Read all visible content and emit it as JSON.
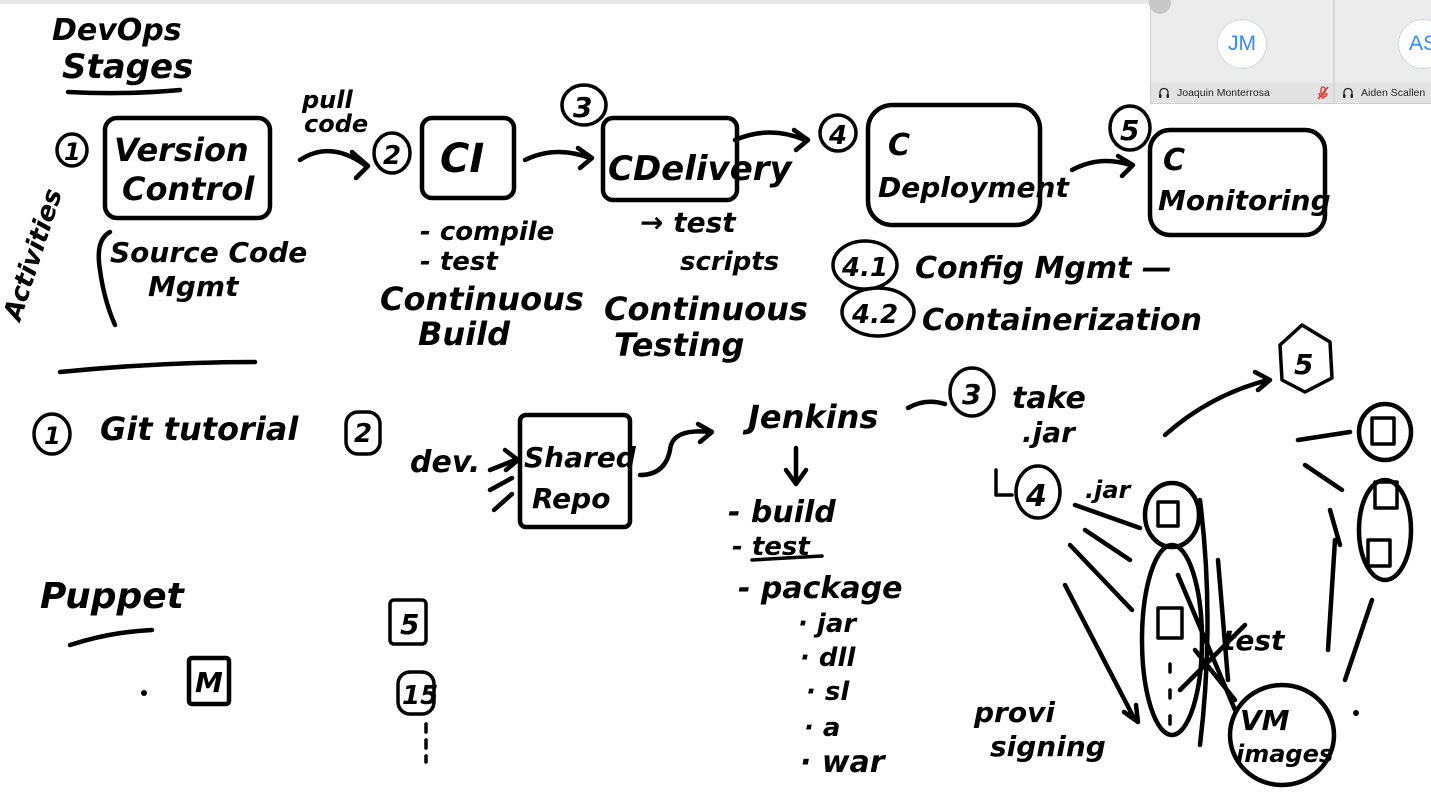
{
  "whiteboard": {
    "title": "DevOps Stages",
    "stages": [
      {
        "number": "1",
        "label": "Version Control"
      },
      {
        "number": "2",
        "label": "CI"
      },
      {
        "number": "3",
        "label": "CDelivery"
      },
      {
        "number": "4",
        "label": "C Deployment"
      },
      {
        "number": "5",
        "label": "C Monitoring"
      }
    ],
    "pull_code": "pull code",
    "activities_label": "Activities",
    "activities_detail": [
      "Source Code",
      "Mgmt"
    ],
    "ci_notes": [
      "- compile",
      "- test"
    ],
    "continuous_build": [
      "Continuous",
      "Build"
    ],
    "delivery_notes": [
      "→ test",
      "scripts"
    ],
    "continuous_testing": [
      "Continuous",
      "Testing"
    ],
    "deployment_subtopics": [
      {
        "number": "4.1",
        "label": "Config Mgmt —"
      },
      {
        "number": "4.2",
        "label": "Containerization"
      }
    ],
    "git_tutorial": {
      "number": "1",
      "label": "Git tutorial"
    },
    "flow_number": "2",
    "dev_label": "dev.",
    "shared_repo": [
      "Shared",
      "Repo"
    ],
    "jenkins": "Jenkins",
    "jenkins_steps": [
      "- build",
      "- test",
      "- package"
    ],
    "artifacts": [
      "· jar",
      "· dll",
      "· sl",
      "· a",
      "· war"
    ],
    "deploy_number": "3",
    "take_jar": [
      "take",
      ".jar"
    ],
    "provision_number": "4",
    "jar_label": ".jar",
    "test_label": "test",
    "vm_images": [
      "VM",
      "images"
    ],
    "provisioning": [
      "provi",
      "signing"
    ],
    "monitor_number": "5",
    "puppet": "Puppet",
    "puppet_box": "M",
    "count_5": "5",
    "count_15": "15"
  },
  "meeting": {
    "participants": [
      {
        "initials": "JM",
        "name": "Joaquin Monterrosa",
        "muted": true
      },
      {
        "initials": "AS",
        "name": "Aiden Scallen",
        "muted": false
      }
    ],
    "accent_color": "#2d8cff",
    "mute_color": "#e0302a"
  }
}
